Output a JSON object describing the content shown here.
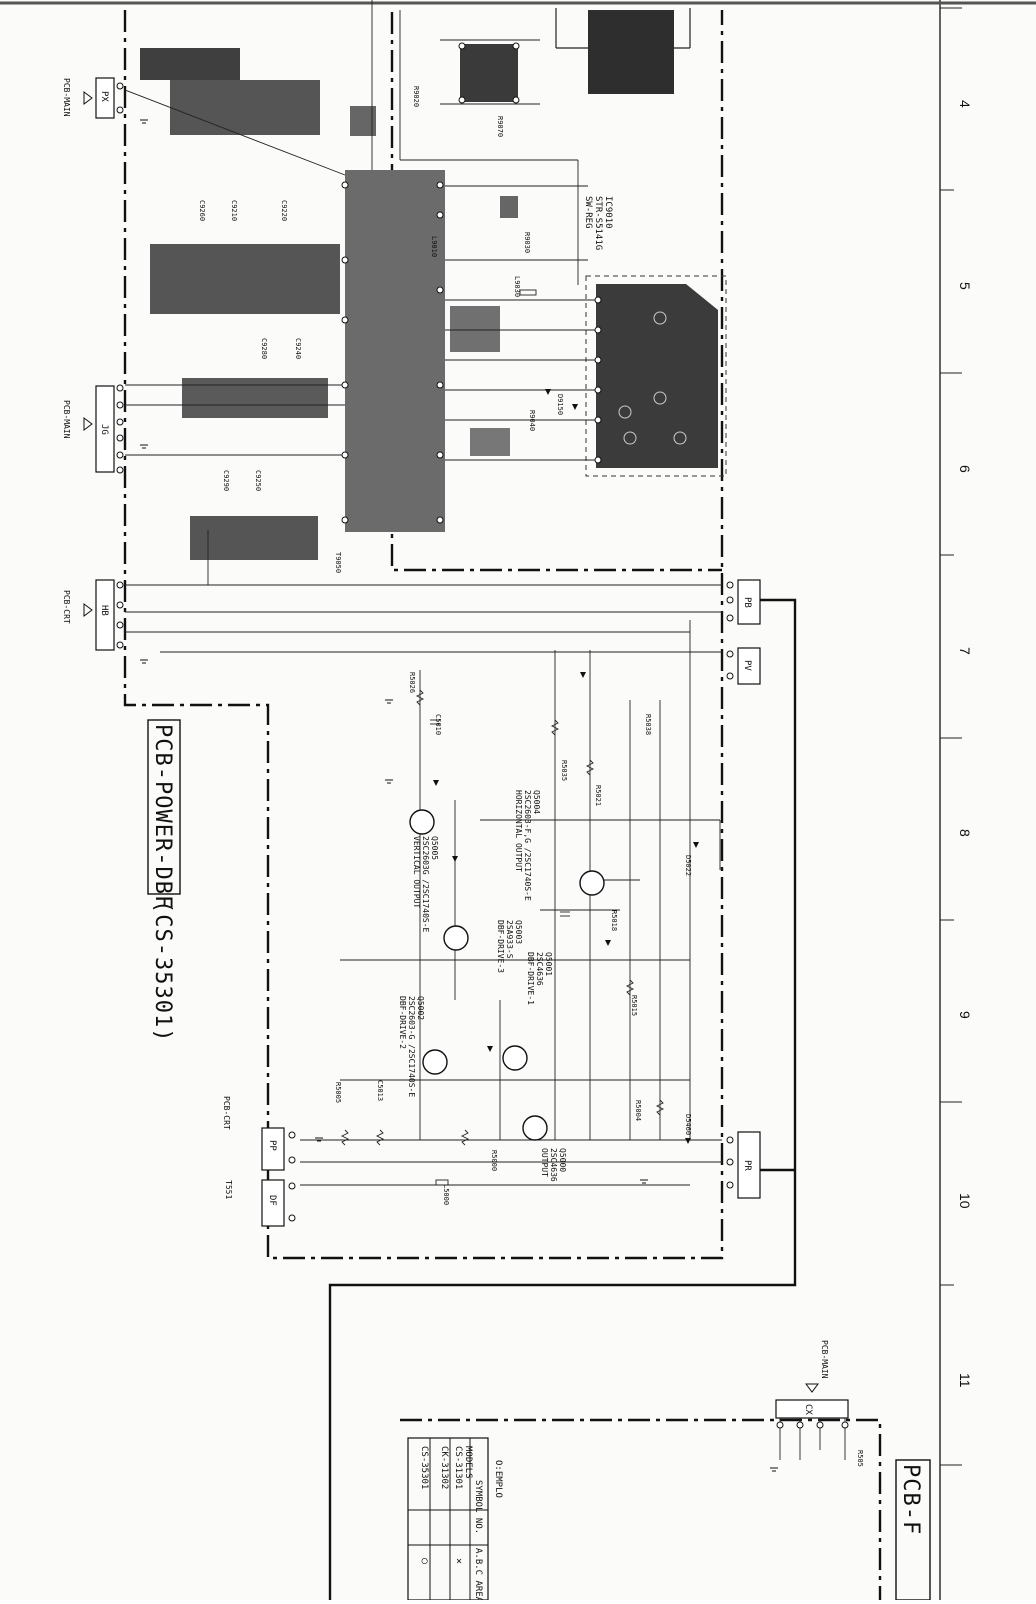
{
  "sheet": {
    "title": "PCB-POWER-DBF",
    "model": "(CS-35301)",
    "title_partial": "PCB-F"
  },
  "grid_columns": [
    "4",
    "5",
    "6",
    "7",
    "8",
    "9",
    "10",
    "11"
  ],
  "connectors": [
    {
      "id": "px",
      "label": "PX",
      "dest": "PCB-MAIN"
    },
    {
      "id": "jg",
      "label": "JG",
      "dest": "PCB-MAIN"
    },
    {
      "id": "hb",
      "label": "HB",
      "dest": "PCB-CRT"
    },
    {
      "id": "pp",
      "label": "PP",
      "dest": "PCB-CRT"
    },
    {
      "id": "df",
      "label": "DF",
      "dest": "T551"
    },
    {
      "id": "pb",
      "label": "PB",
      "dest": ""
    },
    {
      "id": "pv",
      "label": "PV",
      "dest": ""
    },
    {
      "id": "pr",
      "label": "PR",
      "dest": ""
    },
    {
      "id": "cx",
      "label": "CX",
      "dest": "PCB-MAIN"
    }
  ],
  "ics": [
    {
      "ref": "IC9010",
      "part": "STR-S5141G",
      "role": "SW-REG"
    }
  ],
  "transformer": {
    "ref": "T9050"
  },
  "transistors": [
    {
      "ref": "Q5000",
      "part": "2SC4636",
      "role": "OUTPUT"
    },
    {
      "ref": "Q5001",
      "part": "2SC4636",
      "role": "DBF-DRIVE-1"
    },
    {
      "ref": "Q5002",
      "part": "2SC2603-G /2SC1740S-E",
      "role": "DBF-DRIVE-2"
    },
    {
      "ref": "Q5003",
      "part": "2SA933-S",
      "role": "DBF-DRIVE-3"
    },
    {
      "ref": "Q5004",
      "part": "2SC2603-F,G /2SC1740S-E",
      "role": "HORIZONTAL OUTPUT"
    },
    {
      "ref": "Q5005",
      "part": "2SC2603G /2SC1740S-E",
      "role": "VERTICAL OUTPUT"
    }
  ],
  "models_table": {
    "header_symbol": "SYMBOL NO.",
    "header_models": "MODELS",
    "header_area": "A.B.C AREA",
    "header_emplo": "O:EMPLO",
    "rows": [
      {
        "model": "CS-31301",
        "mark": "×"
      },
      {
        "model": "CK-31302",
        "mark": ""
      },
      {
        "model": "CS-35301",
        "mark": "○"
      }
    ]
  }
}
